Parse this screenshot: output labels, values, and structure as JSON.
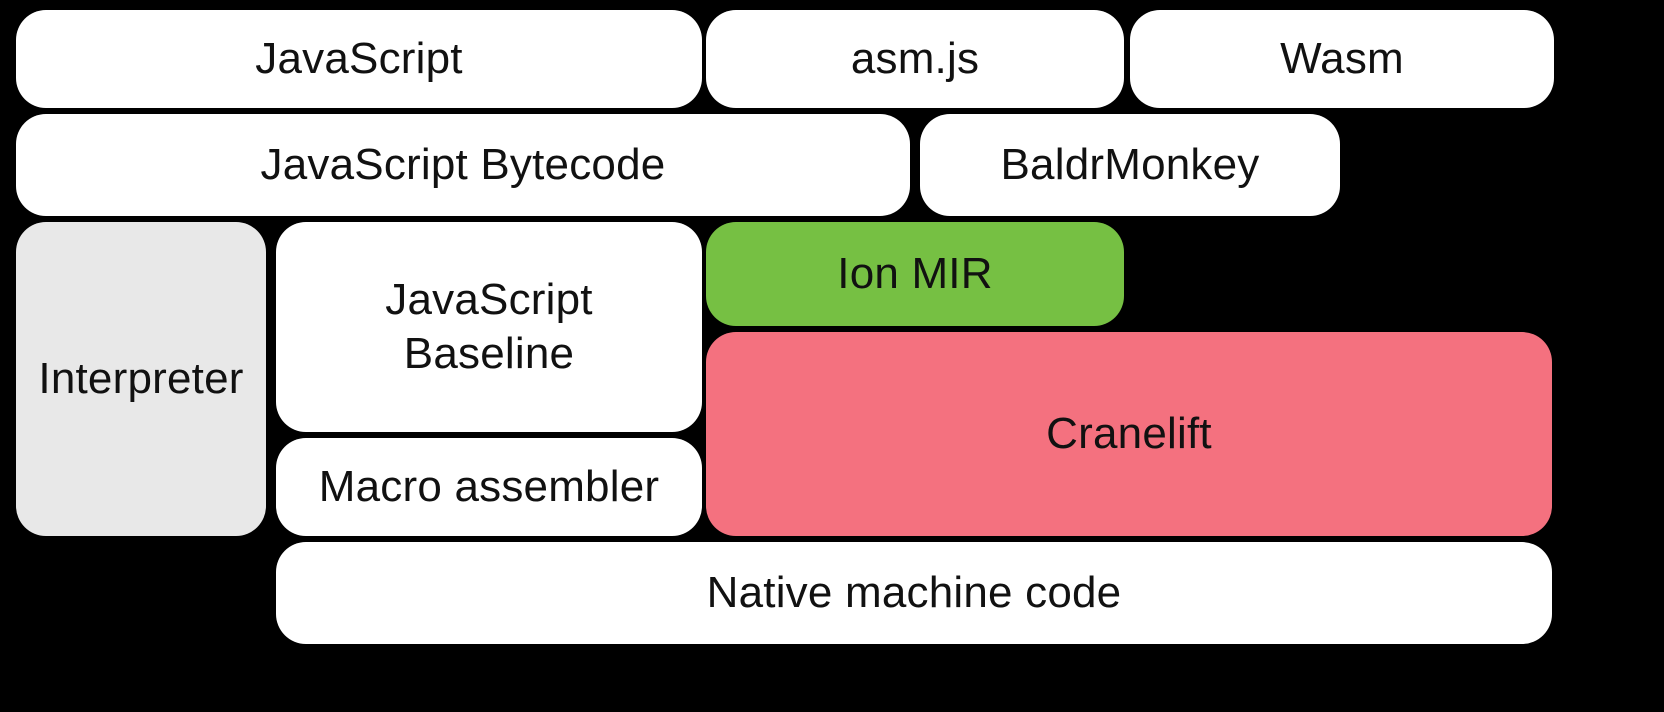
{
  "diagram": {
    "description": "Compilation pipeline diagram",
    "colors": {
      "background": "#000000",
      "box_white": "#ffffff",
      "box_gray": "#e8e8e8",
      "box_green": "#76c043",
      "box_pink": "#f4717f",
      "text": "#111111"
    },
    "nodes": {
      "javascript": {
        "label": "JavaScript"
      },
      "asmjs": {
        "label": "asm.js"
      },
      "wasm": {
        "label": "Wasm"
      },
      "bytecode": {
        "label": "JavaScript Bytecode"
      },
      "baldrmonkey": {
        "label": "BaldrMonkey"
      },
      "interpreter": {
        "label": "Interpreter"
      },
      "baseline": {
        "label": "JavaScript\nBaseline"
      },
      "ion_mir": {
        "label": "Ion MIR"
      },
      "cranelift": {
        "label": "Cranelift"
      },
      "macro_assembler": {
        "label": "Macro assembler"
      },
      "native": {
        "label": "Native machine code"
      }
    }
  }
}
